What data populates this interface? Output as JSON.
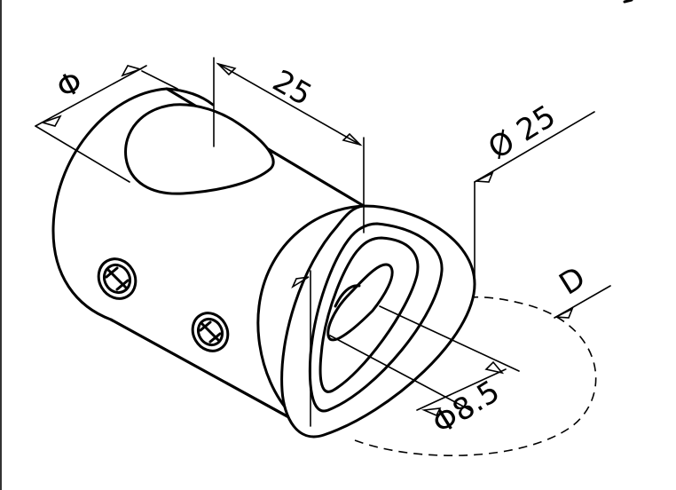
{
  "labels": {
    "phi": "Φ",
    "length": "25",
    "outer_diameter": "Ø 25",
    "depth": "D",
    "hole_diameter": "Φ8.5"
  }
}
